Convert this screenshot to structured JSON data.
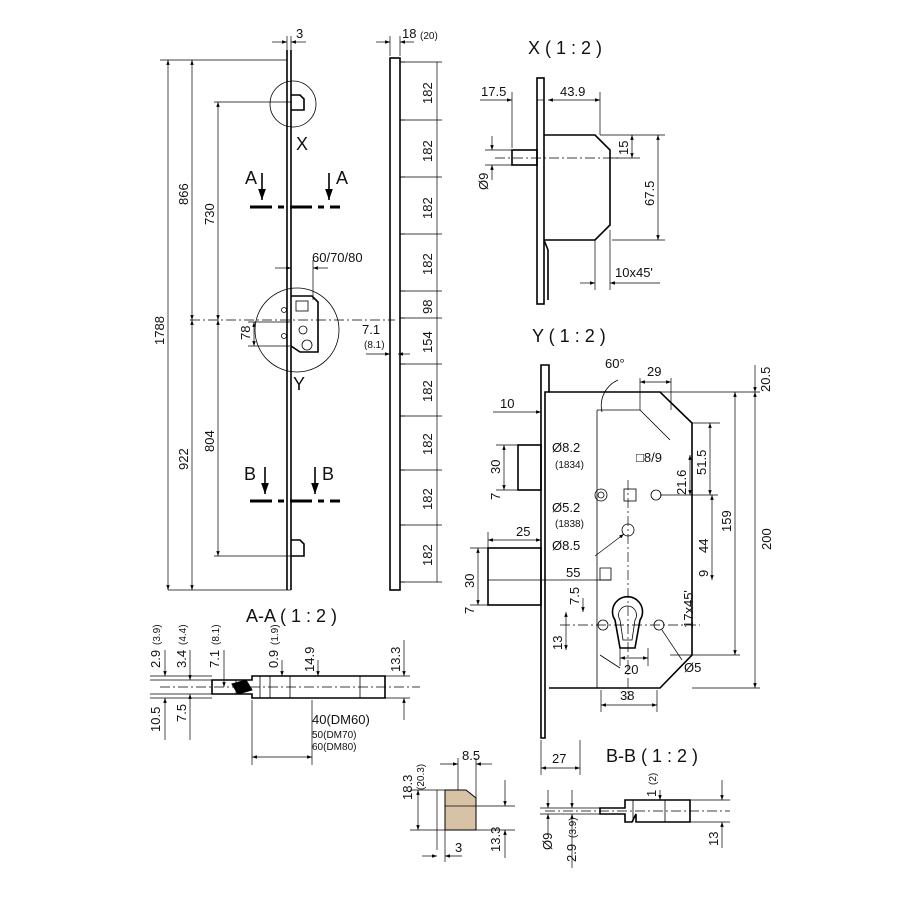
{
  "view_titles": {
    "x": "X ( 1 : 2 )",
    "y": "Y ( 1 : 2 )",
    "aa": "A-A ( 1 : 2 )",
    "bb": "B-B ( 1 : 2 )"
  },
  "markers": {
    "a": "A",
    "b": "B",
    "x": "X",
    "y": "Y"
  },
  "main": {
    "front_thickness": "3",
    "total_length": "1788",
    "upper_to_center": "866",
    "lower_to_center": "922",
    "upper_bolt": "730",
    "lower_bolt": "804",
    "backset": "60/70/80",
    "handle_offset": "78"
  },
  "strip": {
    "width": "18",
    "width_alt": "(20)",
    "pitch": "182",
    "mid_98": "98",
    "mid_154": "154",
    "depth": "7.1",
    "depth_alt": "(8.1)"
  },
  "view_x": {
    "d1": "17.5",
    "d2": "43.9",
    "d3": "15",
    "d4": "67.5",
    "diameter": "Ø9",
    "chamfer": "10x45'"
  },
  "view_y": {
    "angle": "60°",
    "w29": "29",
    "h205": "20.5",
    "d10": "10",
    "d30a": "30",
    "d7a": "7",
    "dia82": "Ø8.2",
    "dia82_alt": "(1834)",
    "sq": "□8/9",
    "h515": "51.5",
    "h216": "21.6",
    "dia52": "Ø5.2",
    "dia52_alt": "(1838)",
    "h159": "159",
    "h200": "200",
    "d25": "25",
    "dia85": "Ø8.5",
    "h44": "44",
    "d55": "55",
    "h9": "9",
    "d30b": "30",
    "d7b": "7",
    "d75": "7.5",
    "chamfer": "17x45'",
    "d13": "13",
    "d20": "20",
    "dia5": "Ø5",
    "d38": "38",
    "d27": "27"
  },
  "section_aa": {
    "d29": "2.9",
    "d29_alt": "(3.9)",
    "d34": "3.4",
    "d34_alt": "(4.4)",
    "d71": "7.1",
    "d71_alt": "(8.1)",
    "d09": "0.9",
    "d09_alt": "(1.9)",
    "d149": "14.9",
    "d133": "13.3",
    "d105": "10.5",
    "d75": "7.5",
    "len40": "40(DM60)",
    "len50": "50(DM70)",
    "len60": "60(DM80)"
  },
  "bolt_detail": {
    "h183": "18.3",
    "h183_alt": "(20.3)",
    "w85": "8.5",
    "w3": "3",
    "h133": "13.3"
  },
  "section_bb": {
    "d1": "1",
    "d1_alt": "(2)",
    "dia9": "Ø9",
    "d29": "2.9",
    "d29_alt": "(3.9)",
    "d13": "13"
  }
}
